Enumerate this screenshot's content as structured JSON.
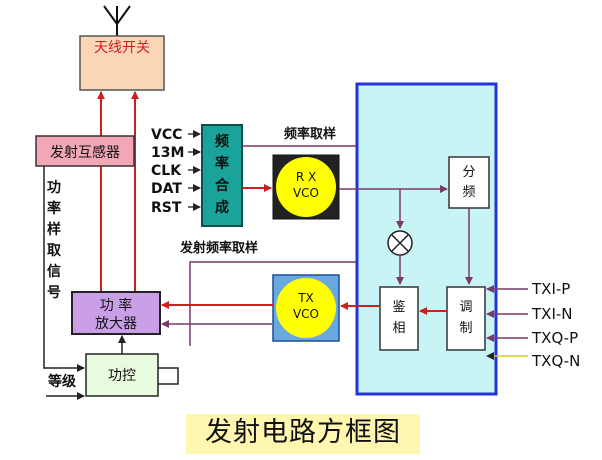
{
  "diagram": {
    "antenna_switch": "天线开关",
    "transmit_coupler": "发射互感器",
    "power_amp_line1": "功  率",
    "power_amp_line2": "放大器",
    "power_control": "功控",
    "vertical_label": [
      "功",
      "率",
      "样",
      "取",
      "信",
      "号"
    ],
    "level_label": "等级",
    "synth_chars": [
      "频",
      "率",
      "合",
      "成"
    ],
    "synth_inputs": [
      "VCC",
      "13M",
      "CLK",
      "DAT",
      "RST"
    ],
    "freq_sample_label": "频率取样",
    "tx_freq_sample_label": "发射频率取样",
    "rx_vco_line1": "R X",
    "rx_vco_line2": "VCO",
    "tx_vco_line1": "TX",
    "tx_vco_line2": "VCO",
    "divider_line1": "分",
    "divider_line2": "频",
    "phase_det_line1": "鉴",
    "phase_det_line2": "相",
    "modulator_line1": "调",
    "modulator_line2": "制",
    "iq_inputs": [
      "TXI-P",
      "TXI-N",
      "TXQ-P",
      "TXQ-N"
    ],
    "caption": "发射电路方框图"
  },
  "colors": {
    "chip_border": "#2233dd",
    "chip_fill": "#c8f4f6",
    "arrow_red": "#cc2020",
    "arrow_purple": "#7a3a6a",
    "vco_yellow": "#ffff00",
    "synth_teal": "#1aa39a",
    "purple_box": "#c9a0e8",
    "coupler_pink": "#f2a7b7",
    "antenna_peach": "#fbd6b6"
  }
}
